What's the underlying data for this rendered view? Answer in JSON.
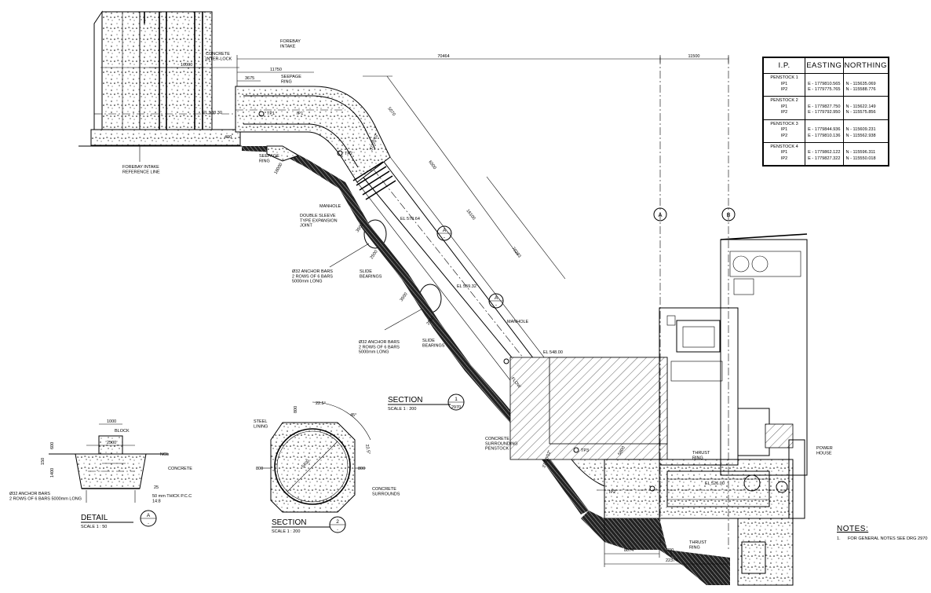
{
  "drawing": {
    "annotations": {
      "forebay_intake": "FOREBAY\nINTAKE",
      "concrete_interlock": "CONCRETE\nINTER-LOCK",
      "seepage_ring_top": "SEEPAGE\nRING",
      "seepage_ring_low": "SEEPAGE\nRING",
      "forebay_ref_line": "FOREBAY INTAKE\nREFERENCE LINE",
      "manhole_1": "MANHOLE",
      "manhole_2": "MANHOLE",
      "double_sleeve": "DOUBLE SLEEVE\nTYPE EXPANSION\nJOINT",
      "anchor_bars_1": "Ø32 ANCHOR BARS\n2 ROWS OF 6 BARS\n5000mm LONG",
      "anchor_bars_2": "Ø32 ANCHOR BARS\n2 ROWS OF 6 BARS\n5000mm LONG",
      "slide_bearings_1": "SLIDE\nBEARINGS",
      "slide_bearings_2": "SLIDE\nBEARINGS",
      "concrete_surrounding": "CONCRETE\nSURROUNDING\nPENSTOCK",
      "thrust_ring_1": "THRUST\nRING",
      "thrust_ring_2": "THRUST\nRING",
      "power_house": "POWER\nHOUSE",
      "flow": "FLOW",
      "steel_lining": "STEEL\nLINING",
      "concrete_surrounds": "CONCRETE\nSURROUNDS",
      "concrete_detail": "CONCRETE",
      "ngl": "NGL",
      "anchor_bars_detail": "Ø32 ANCHOR BARS\n2 ROWS OF 6 BARS 5000mm LONG",
      "pcc": "50 mm THICK P.C.C\n14:8",
      "block": "BLOCK"
    },
    "elevations": {
      "el_588": "EL 588.30",
      "el_570": "EL 570.64",
      "el_559": "EL 559.32",
      "el_548": "EL 548.00",
      "el_526": "EL 526.00"
    },
    "points": {
      "tp1": "TP1",
      "ip1": "IP1",
      "tp2": "TP2",
      "tp3": "TP3",
      "ip2": "IP2"
    },
    "grid_markers": {
      "a": "A",
      "b": "B"
    },
    "dimensions": {
      "d70464": "70464",
      "d11500": "11500",
      "d16000": "16000",
      "d11750": "11750",
      "d3675": "3675",
      "d400": "400",
      "d5070": "5070",
      "d6500": "6500",
      "d16100": "16100",
      "d70283": "70283",
      "d3500a": "3500",
      "d2500a": "2500",
      "d3500b": "3500",
      "d2500b": "2500",
      "d8074": "8074",
      "d800": "800",
      "d22374": "22374",
      "d18000": "18000",
      "d5800": "5800",
      "angle_upper": "37°20'02\"",
      "angle_lower": "37°20'02\"",
      "sec_800_top": "800",
      "sec_800_left": "800",
      "sec_800_right": "800",
      "sec_5400": "5400",
      "sec_22_5a": "22.5°",
      "sec_45": "45°",
      "sec_22_5b": "22.5°",
      "det_1000": "1000",
      "det_2500": "2500",
      "det_600": "600",
      "det_150": "150",
      "det_1400": "1400",
      "det_025": "25"
    },
    "titles": {
      "section1": "SECTION",
      "section1_scale": "SCALE 1 : 200",
      "section1_no": "1",
      "section1_ref": "2970",
      "section2": "SECTION",
      "section2_scale": "SCALE 1 : 200",
      "section2_no": "2",
      "section2_ref": "-",
      "detail": "DETAIL",
      "detail_scale": "SCALE 1 : 50",
      "detail_no": "A",
      "detail_ref": "-",
      "sec_marker_a1": "A",
      "sec_marker_a1_ref": "-",
      "sec_marker_a2": "A",
      "sec_marker_a2_ref": "-"
    }
  },
  "ip_table": {
    "headers": [
      "I.P.",
      "EASTING",
      "NORTHING"
    ],
    "rows": [
      {
        "ip": [
          "PENSTOCK 1",
          "IP1",
          "IP2"
        ],
        "easting": [
          "E - 1779810.565",
          "E - 1779775.765"
        ],
        "northing": [
          "N - 115635.069",
          "N - 115588.776"
        ]
      },
      {
        "ip": [
          "PENSTOCK 2",
          "IP1",
          "IP2"
        ],
        "easting": [
          "E - 1779827.750",
          "E - 1779792.950"
        ],
        "northing": [
          "N - 115622.149",
          "N - 115575.856"
        ]
      },
      {
        "ip": [
          "PENSTOCK 3",
          "IP1",
          "IP2"
        ],
        "easting": [
          "E - 1779844.936",
          "E - 1779810.136"
        ],
        "northing": [
          "N - 115609.231",
          "N - 115562.938"
        ]
      },
      {
        "ip": [
          "PENSTOCK 4",
          "IP1",
          "IP2"
        ],
        "easting": [
          "E - 1779862.122",
          "E - 1779827.322"
        ],
        "northing": [
          "N - 115596.311",
          "N - 115550.018"
        ]
      }
    ]
  },
  "notes": {
    "title": "NOTES:",
    "items": [
      {
        "num": "1.",
        "text": "FOR GENERAL NOTES SEE DRG 2970"
      }
    ]
  }
}
